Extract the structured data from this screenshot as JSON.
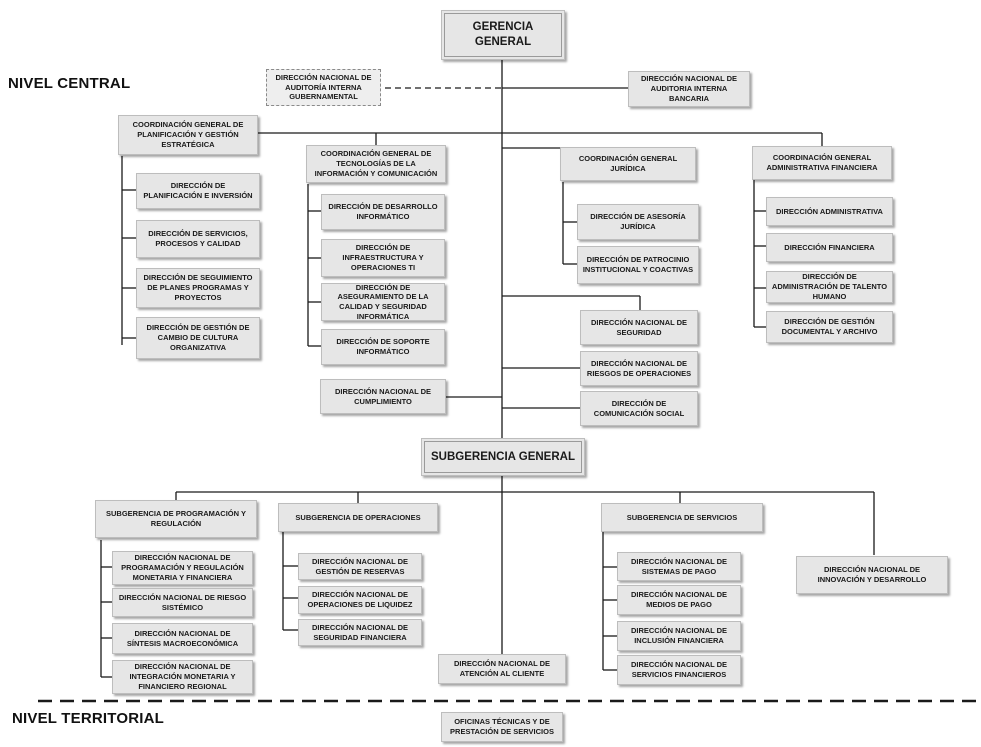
{
  "levels": {
    "central": "NIVEL CENTRAL",
    "territorial": "NIVEL TERRITORIAL"
  },
  "gerencia": "GERENCIA GENERAL",
  "auditoria_gub": "DIRECCIÓN NACIONAL DE AUDITORÍA INTERNA GUBERNAMENTAL",
  "auditoria_banc": "DIRECCIÓN NACIONAL DE AUDITORIA INTERNA BANCARIA",
  "planificacion": {
    "title": "COORDINACIÓN GENERAL DE PLANIFICACIÓN Y GESTIÓN ESTRATÉGICA",
    "items": [
      "DIRECCIÓN DE PLANIFICACIÓN E INVERSIÓN",
      "DIRECCIÓN DE SERVICIOS, PROCESOS Y CALIDAD",
      "DIRECCIÓN DE SEGUIMIENTO DE PLANES PROGRAMAS Y PROYECTOS",
      "DIRECCIÓN DE GESTIÓN DE CAMBIO DE CULTURA ORGANIZATIVA"
    ]
  },
  "tecnologias": {
    "title": "COORDINACIÓN GENERAL DE TECNOLOGÍAS DE LA INFORMACIÓN Y COMUNICACIÓN",
    "items": [
      "DIRECCIÓN DE DESARROLLO INFORMÁTICO",
      "DIRECCIÓN DE INFRAESTRUCTURA Y OPERACIONES TI",
      "DIRECCIÓN DE ASEGURAMIENTO DE LA CALIDAD Y SEGURIDAD INFORMÁTICA",
      "DIRECCIÓN DE SOPORTE INFORMÁTICO"
    ]
  },
  "juridica": {
    "title": "COORDINACIÓN GENERAL JURÍDICA",
    "items": [
      "DIRECCIÓN DE ASESORÍA JURÍDICA",
      "DIRECCIÓN DE PATROCINIO INSTITUCIONAL Y COACTIVAS"
    ]
  },
  "administrativa": {
    "title": "COORDINACIÓN GENERAL ADMINISTRATIVA FINANCIERA",
    "items": [
      "DIRECCIÓN ADMINISTRATIVA",
      "DIRECCIÓN FINANCIERA",
      "DIRECCIÓN DE ADMINISTRACIÓN DE TALENTO HUMANO",
      "DIRECCIÓN DE GESTIÓN DOCUMENTAL Y ARCHIVO"
    ]
  },
  "cumplimiento": "DIRECCIÓN NACIONAL DE CUMPLIMIENTO",
  "seguridad": "DIRECCIÓN NACIONAL DE SEGURIDAD",
  "riesgos_op": "DIRECCIÓN NACIONAL DE RIESGOS DE OPERACIONES",
  "comunicacion": "DIRECCIÓN DE COMUNICACIÓN SOCIAL",
  "subgerencia": "SUBGERENCIA GENERAL",
  "programacion": {
    "title": "SUBGERENCIA DE PROGRAMACIÓN Y REGULACIÓN",
    "items": [
      "DIRECCIÓN NACIONAL DE PROGRAMACIÓN Y REGULACIÓN MONETARIA Y FINANCIERA",
      "DIRECCIÓN NACIONAL DE RIESGO SISTÉMICO",
      "DIRECCIÓN NACIONAL DE SÍNTESIS MACROECONÓMICA",
      "DIRECCIÓN NACIONAL DE INTEGRACIÓN MONETARIA Y FINANCIERO REGIONAL"
    ]
  },
  "operaciones": {
    "title": "SUBGERENCIA DE OPERACIONES",
    "items": [
      "DIRECCIÓN NACIONAL DE GESTIÓN DE RESERVAS",
      "DIRECCIÓN NACIONAL DE OPERACIONES DE LIQUIDEZ",
      "DIRECCIÓN NACIONAL DE SEGURIDAD FINANCIERA"
    ]
  },
  "servicios": {
    "title": "SUBGERENCIA DE SERVICIOS",
    "items": [
      "DIRECCIÓN NACIONAL DE SISTEMAS DE PAGO",
      "DIRECCIÓN NACIONAL DE MEDIOS DE PAGO",
      "DIRECCIÓN NACIONAL DE INCLUSIÓN FINANCIERA",
      "DIRECCIÓN NACIONAL DE SERVICIOS FINANCIEROS"
    ]
  },
  "innovacion": "DIRECCIÓN NACIONAL DE INNOVACIÓN Y DESARROLLO",
  "atencion": "DIRECCIÓN NACIONAL DE ATENCIÓN AL CLIENTE",
  "oficinas": "OFICINAS TÉCNICAS Y DE PRESTACIÓN DE SERVICIOS"
}
